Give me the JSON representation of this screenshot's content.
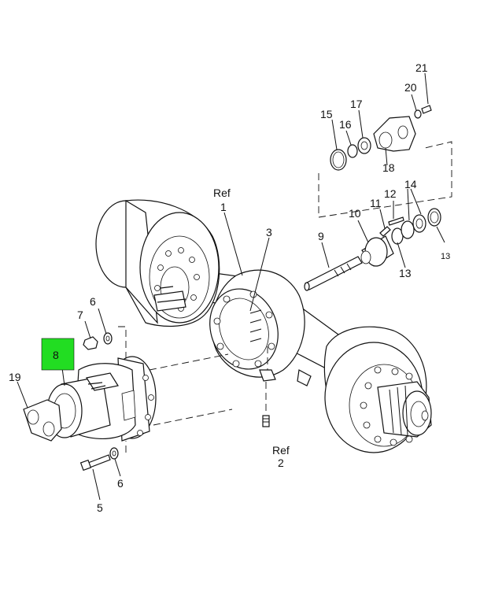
{
  "highlight_color": "#22dd22",
  "callouts": {
    "ref1_word": "Ref",
    "ref1_num": "1",
    "ref2_word": "Ref",
    "ref2_num": "2",
    "c3": "3",
    "c5": "5",
    "c6a": "6",
    "c6b": "6",
    "c7": "7",
    "c8": "8",
    "c9": "9",
    "c10": "10",
    "c11": "11",
    "c12": "12",
    "c13a": "13",
    "c13b": "13",
    "c14": "14",
    "c15": "15",
    "c16": "16",
    "c17": "17",
    "c18": "18",
    "c19": "19",
    "c20": "20",
    "c21": "21"
  }
}
